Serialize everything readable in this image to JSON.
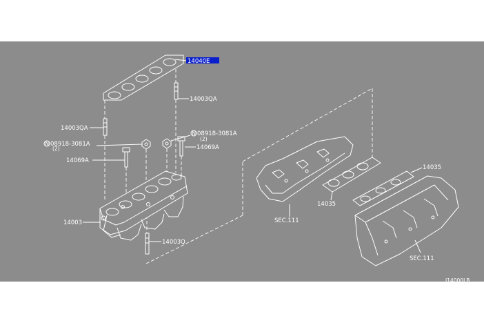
{
  "labels": {
    "gasket_top": "14040E",
    "stud_right": "14003QA",
    "stud_left": "14003QA",
    "nut_right_a": "08918-3081A",
    "nut_right_b": "(2)",
    "nut_left_a": "08918-3081A",
    "nut_left_b": "(2)",
    "bolt_right": "14069A",
    "bolt_left": "14069A",
    "manifold": "14003",
    "stud_bottom": "14003Q",
    "sec_left": "SEC.111",
    "gasket_mid": "14035",
    "gasket_right": "14035",
    "sec_right": "SEC.111",
    "code": "J14000LB"
  },
  "colors": {
    "panel": "#8c8c8c",
    "line": "#ffffff",
    "highlight": "#0a1ecc"
  },
  "icons": {
    "nut_marker": "circled-n-icon"
  }
}
